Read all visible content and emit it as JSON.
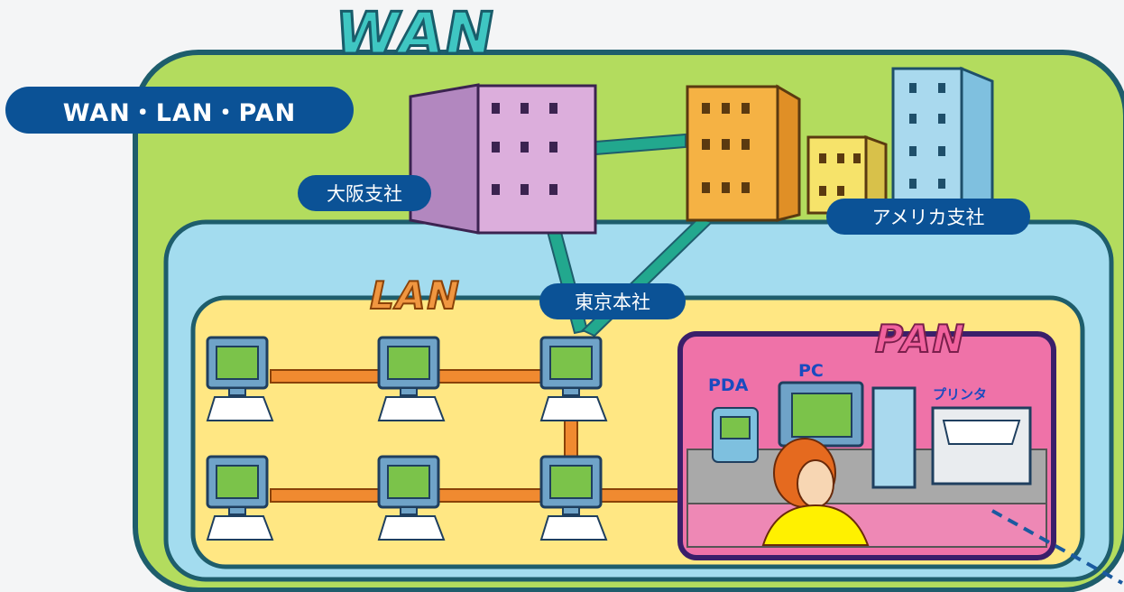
{
  "title": "WAN・LAN・PAN",
  "zones": {
    "wan": "WAN",
    "lan": "LAN",
    "pan": "PAN"
  },
  "sites": {
    "osaka": "大阪支社",
    "tokyo": "東京本社",
    "usa": "アメリカ支社"
  },
  "devices": {
    "pda": "PDA",
    "pc": "PC",
    "printer": "プリンタ"
  },
  "colors": {
    "label_fill": "#0b5296",
    "wan_zone": "#b3dc5e",
    "lan_outer_zone": "#a3dcef",
    "lan_inner_zone": "#ffe783",
    "pan_zone": "#ef72a8",
    "link_teal": "#22a88e",
    "link_orange": "#f08a30"
  }
}
